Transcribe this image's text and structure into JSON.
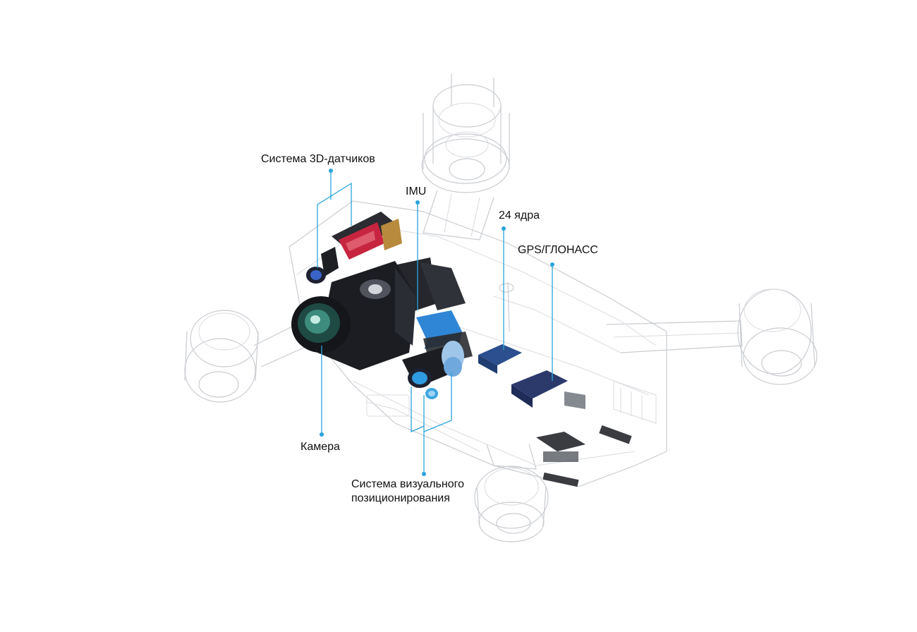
{
  "callouts": {
    "sensor3d": "Система 3D-датчиков",
    "imu": "IMU",
    "cores": "24 ядра",
    "gps": "GPS/ГЛОНАСС",
    "camera": "Камера",
    "vision_line1": "Система визуального",
    "vision_line2": "позиционирования"
  },
  "colors": {
    "leader": "#29a3dc",
    "wireframe": "#c9ccd1",
    "component_blue": "#2f86d6",
    "chip_navy": "#2b3a6b",
    "camera_body": "#1b1d22"
  }
}
